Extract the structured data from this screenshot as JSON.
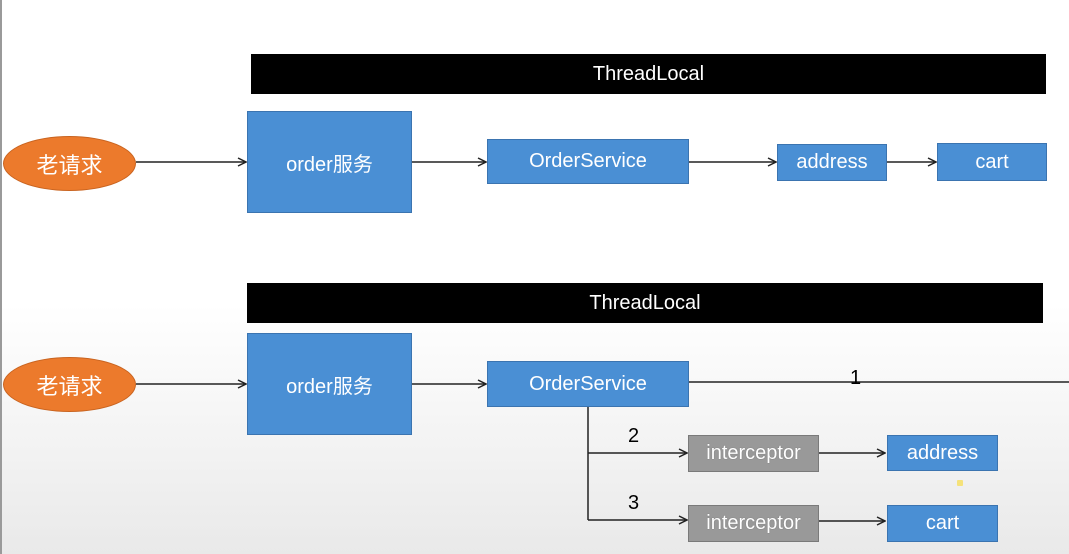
{
  "top": {
    "bar_label": "ThreadLocal",
    "request_label": "老请求",
    "service_label": "order服务",
    "order_service_label": "OrderService",
    "address_label": "address",
    "cart_label": "cart"
  },
  "bottom": {
    "bar_label": "ThreadLocal",
    "request_label": "老请求",
    "service_label": "order服务",
    "order_service_label": "OrderService",
    "branch_1_label": "1",
    "branch_2_label": "2",
    "branch_3_label": "3",
    "interceptor_1_label": "interceptor",
    "interceptor_2_label": "interceptor",
    "address_label": "address",
    "cart_label": "cart"
  },
  "colors": {
    "box_blue": "#4a8fd4",
    "request_orange": "#ec7a2c",
    "interceptor_grey": "#999999",
    "bar_black": "#000000"
  }
}
